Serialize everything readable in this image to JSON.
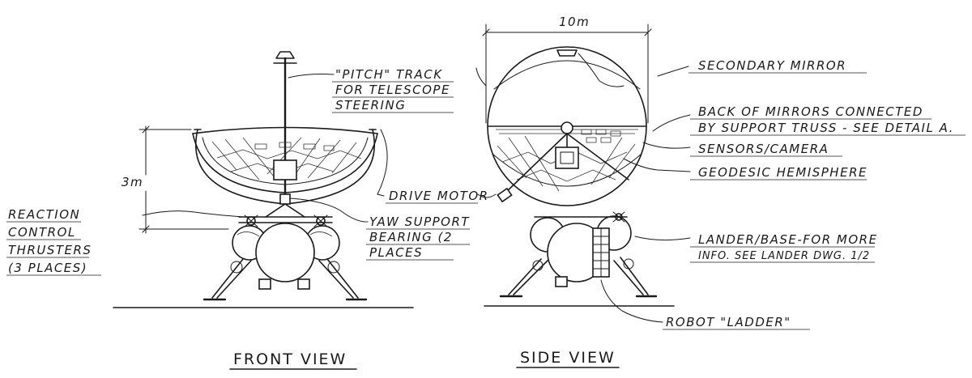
{
  "views": {
    "front": {
      "title": "FRONT VIEW"
    },
    "side": {
      "title": "SIDE VIEW"
    }
  },
  "dimensions": {
    "width": "10m",
    "height": "3m"
  },
  "callouts": {
    "pitch_track": [
      "\"PITCH\" TRACK",
      "FOR TELESCOPE",
      "STEERING"
    ],
    "drive_motor": "DRIVE MOTOR",
    "yaw_support": [
      "YAW SUPPORT",
      "BEARING (2",
      "PLACES"
    ],
    "reaction_thrusters": [
      "REACTION",
      "CONTROL",
      "THRUSTERS",
      "(3 PLACES)"
    ],
    "secondary_mirror": "SECONDARY MIRROR",
    "back_of_mirrors": [
      "BACK OF MIRRORS CONNECTED",
      "BY SUPPORT TRUSS - SEE DETAIL A."
    ],
    "sensors_camera": "SENSORS/CAMERA",
    "geodesic_hemisphere": "GEODESIC HEMISPHERE",
    "lander_base": [
      "LANDER/BASE-FOR MORE",
      "INFO. SEE LANDER DWG. 1/2"
    ],
    "robot_ladder": "ROBOT \"LADDER\""
  }
}
